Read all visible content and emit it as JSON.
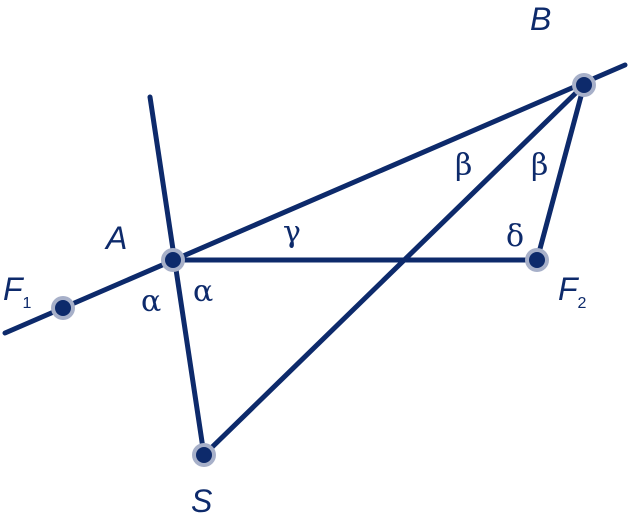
{
  "colors": {
    "line": "#0d2a6b",
    "point_fill": "#0d2a6b",
    "point_ring": "#a7b0c9"
  },
  "points": {
    "A": {
      "label": "A",
      "subscript": ""
    },
    "B": {
      "label": "B",
      "subscript": ""
    },
    "S": {
      "label": "S",
      "subscript": ""
    },
    "F1": {
      "label": "F",
      "subscript": "1"
    },
    "F2": {
      "label": "F",
      "subscript": "2"
    }
  },
  "angles": {
    "alpha_left": "α",
    "alpha_right": "α",
    "gamma": "γ",
    "beta_left": "β",
    "beta_right": "β",
    "delta": "δ"
  }
}
